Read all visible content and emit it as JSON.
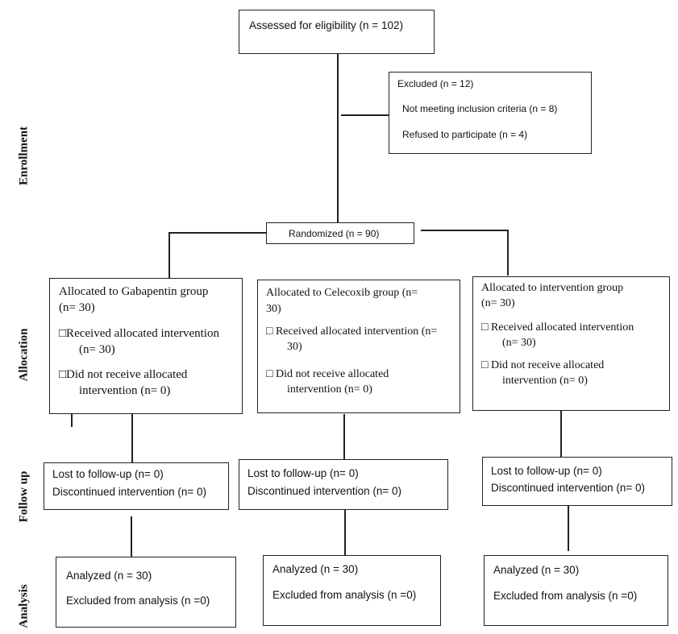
{
  "side_labels": {
    "enrollment": "Enrollment",
    "allocation": "Allocation",
    "follow_up": "Follow up",
    "analysis": "Analysis"
  },
  "assessed": "Assessed for eligibility (n = 102)",
  "excluded": {
    "title": "Excluded (n = 12)",
    "item1": "Not meeting inclusion criteria (n = 8)",
    "item2": "Refused to participate (n = 4)"
  },
  "randomized": "Randomized (n = 90)",
  "groups": [
    {
      "alloc_line1": "Allocated to Gabapentin group",
      "alloc_line2": "(n= 30)",
      "received_line1": "□Received allocated intervention",
      "received_line2": "(n= 30)",
      "notreceived_line1": "□Did not receive allocated",
      "notreceived_line2": "intervention  (n= 0)",
      "lost": "Lost to follow-up (n= 0)",
      "discontinued": "Discontinued intervention (n= 0)",
      "analyzed": "Analyzed (n = 30)",
      "excluded_analysis": "Excluded from analysis (n =0)"
    },
    {
      "alloc_line1": "Allocated to Celecoxib group (n=",
      "alloc_line2": "30)",
      "received_line1": "□ Received allocated intervention (n=",
      "received_line2": "30)",
      "notreceived_line1": "□ Did not receive allocated",
      "notreceived_line2": "intervention  (n= 0)",
      "lost": "Lost to follow-up (n= 0)",
      "discontinued": "Discontinued intervention (n= 0)",
      "analyzed": "Analyzed (n = 30)",
      "excluded_analysis": "Excluded from analysis (n =0)"
    },
    {
      "alloc_line1": "Allocated to intervention group",
      "alloc_line2": "(n= 30)",
      "received_line1": "□ Received allocated intervention",
      "received_line2": "(n= 30)",
      "notreceived_line1": "□ Did not receive allocated",
      "notreceived_line2": "intervention  (n= 0)",
      "lost": "Lost to follow-up (n= 0)",
      "discontinued": "Discontinued intervention (n= 0)",
      "analyzed": "Analyzed (n = 30)",
      "excluded_analysis": "Excluded from analysis (n =0)"
    }
  ]
}
